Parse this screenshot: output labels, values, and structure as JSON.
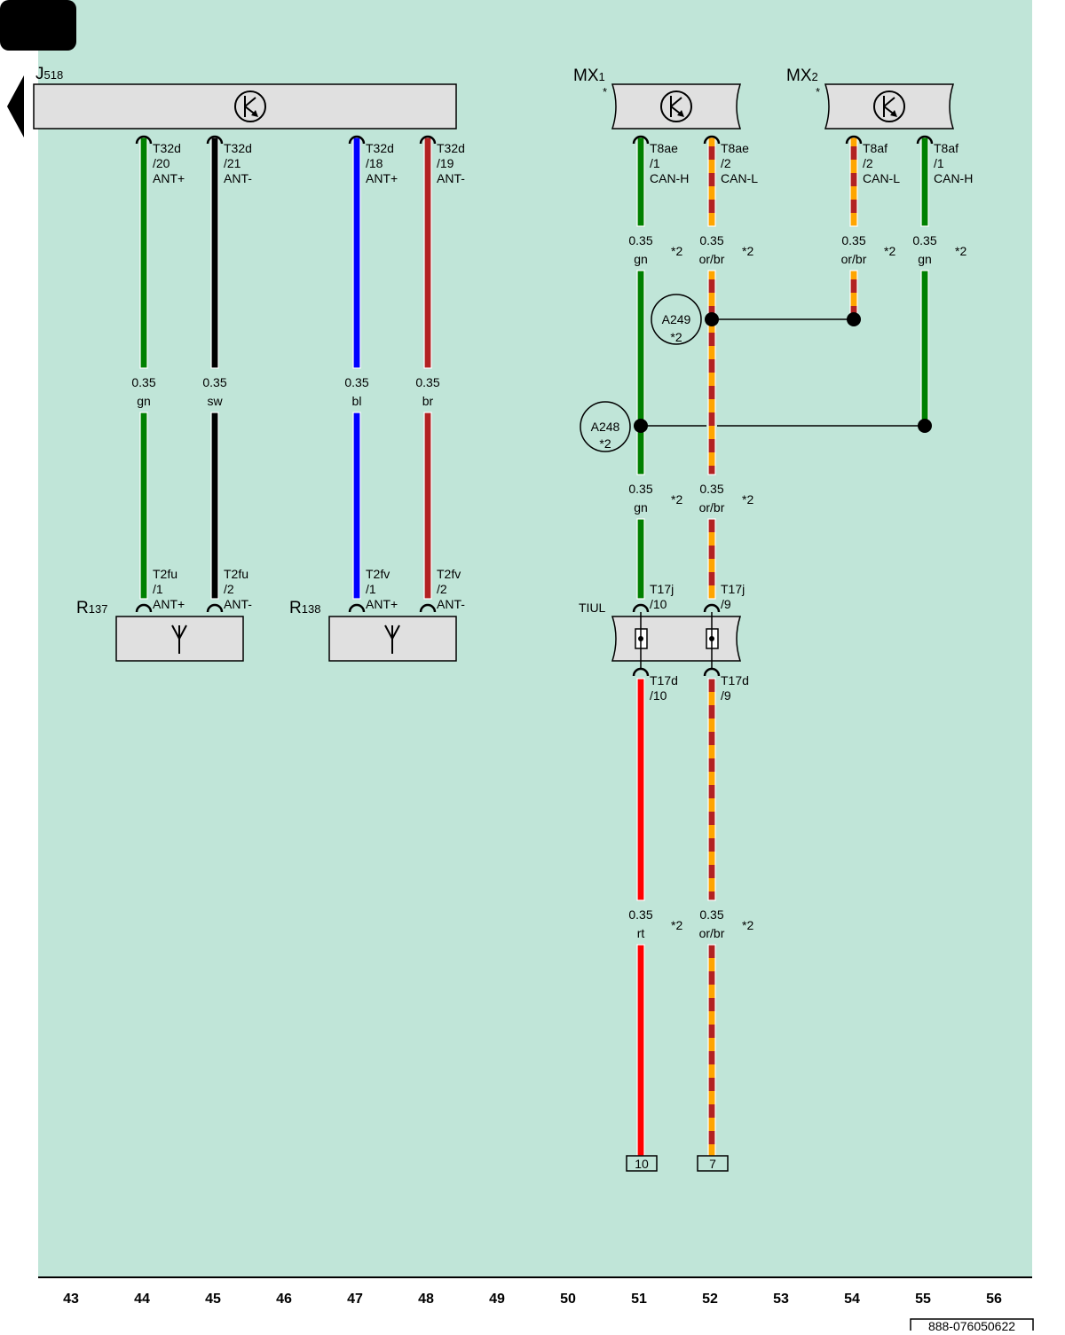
{
  "components": {
    "j518": {
      "main": "J",
      "sub": "518"
    },
    "mx1": {
      "main": "MX",
      "sub": "1",
      "mark": "*"
    },
    "mx2": {
      "main": "MX",
      "sub": "2",
      "mark": "*"
    },
    "r137": {
      "main": "R",
      "sub": "137"
    },
    "r138": {
      "main": "R",
      "sub": "138"
    },
    "tiul": {
      "label": "TIUL"
    }
  },
  "pin_labels": [
    {
      "id": "p1",
      "lines": [
        "T32d",
        "/20",
        "ANT+"
      ]
    },
    {
      "id": "p2",
      "lines": [
        "T32d",
        "/21",
        "ANT-"
      ]
    },
    {
      "id": "p3",
      "lines": [
        "T32d",
        "/18",
        "ANT+"
      ]
    },
    {
      "id": "p4",
      "lines": [
        "T32d",
        "/19",
        "ANT-"
      ]
    },
    {
      "id": "p5",
      "lines": [
        "T8ae",
        "/1",
        "CAN-H"
      ]
    },
    {
      "id": "p6",
      "lines": [
        "T8ae",
        "/2",
        "CAN-L"
      ]
    },
    {
      "id": "p7",
      "lines": [
        "T8af",
        "/2",
        "CAN-L"
      ]
    },
    {
      "id": "p8",
      "lines": [
        "T8af",
        "/1",
        "CAN-H"
      ]
    },
    {
      "id": "p9",
      "lines": [
        "T2fu",
        "/1",
        "ANT+"
      ]
    },
    {
      "id": "p10",
      "lines": [
        "T2fu",
        "/2",
        "ANT-"
      ]
    },
    {
      "id": "p11",
      "lines": [
        "T2fv",
        "/1",
        "ANT+"
      ]
    },
    {
      "id": "p12",
      "lines": [
        "T2fv",
        "/2",
        "ANT-"
      ]
    },
    {
      "id": "p13",
      "lines": [
        "T17j",
        "/10"
      ]
    },
    {
      "id": "p14",
      "lines": [
        "T17j",
        "/9"
      ]
    },
    {
      "id": "p15",
      "lines": [
        "T17d",
        "/10"
      ]
    },
    {
      "id": "p16",
      "lines": [
        "T17d",
        "/9"
      ]
    }
  ],
  "wire_labels": [
    {
      "id": "w1",
      "size": "0.35",
      "color": "gn"
    },
    {
      "id": "w2",
      "size": "0.35",
      "color": "sw"
    },
    {
      "id": "w3",
      "size": "0.35",
      "color": "bl"
    },
    {
      "id": "w4",
      "size": "0.35",
      "color": "br"
    },
    {
      "id": "w5",
      "size": "0.35",
      "color": "gn",
      "note": "*2"
    },
    {
      "id": "w6",
      "size": "0.35",
      "color": "or/br",
      "note": "*2"
    },
    {
      "id": "w7",
      "size": "0.35",
      "color": "or/br",
      "note": "*2"
    },
    {
      "id": "w8",
      "size": "0.35",
      "color": "gn",
      "note": "*2"
    },
    {
      "id": "w9",
      "size": "0.35",
      "color": "gn",
      "note": "*2"
    },
    {
      "id": "w10",
      "size": "0.35",
      "color": "or/br",
      "note": "*2"
    },
    {
      "id": "w11",
      "size": "0.35",
      "color": "rt",
      "note": "*2"
    },
    {
      "id": "w12",
      "size": "0.35",
      "color": "or/br",
      "note": "*2"
    }
  ],
  "junctions": [
    {
      "id": "a249",
      "label": "A249",
      "note": "*2"
    },
    {
      "id": "a248",
      "label": "A248",
      "note": "*2"
    }
  ],
  "terminals": [
    "10",
    "7"
  ],
  "column_numbers": [
    "43",
    "44",
    "45",
    "46",
    "47",
    "48",
    "49",
    "50",
    "51",
    "52",
    "53",
    "54",
    "55",
    "56"
  ],
  "footer": {
    "code": "888-076050622"
  },
  "colors": {
    "background": "#c0e5d8",
    "gn": "#008000",
    "sw": "#000000",
    "bl": "#0000ff",
    "br": "#b22222",
    "rt": "#ff0000",
    "or": "#ffa500",
    "box": "#e0e0e0"
  }
}
